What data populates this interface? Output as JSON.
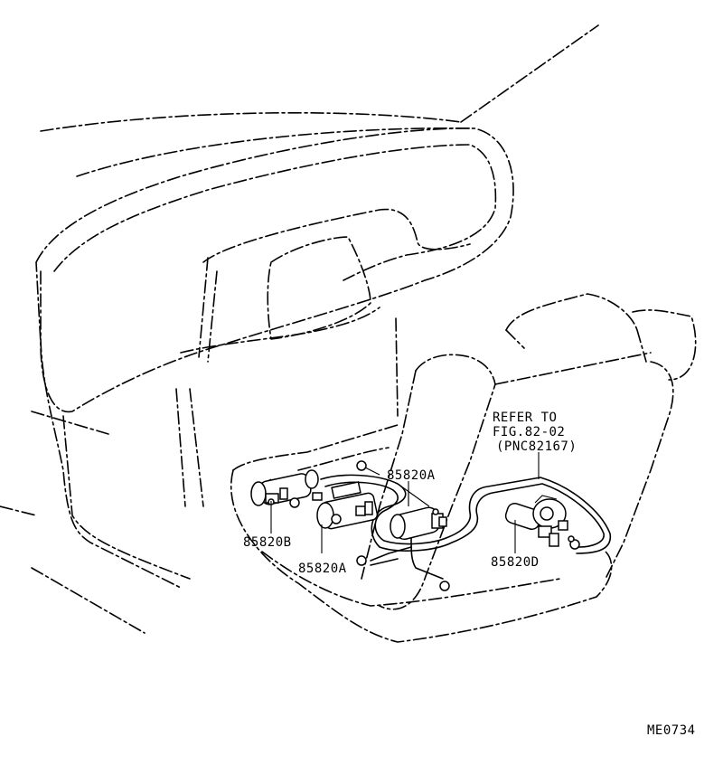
{
  "labels": {
    "refer_line1": "REFER TO",
    "refer_line2": "FIG.82-02",
    "refer_line3": "(PNC82167)",
    "part_a_upper": "85820A",
    "part_a_lower": "85820A",
    "part_b": "85820B",
    "part_d": "85820D",
    "figure_code": "ME0734"
  }
}
